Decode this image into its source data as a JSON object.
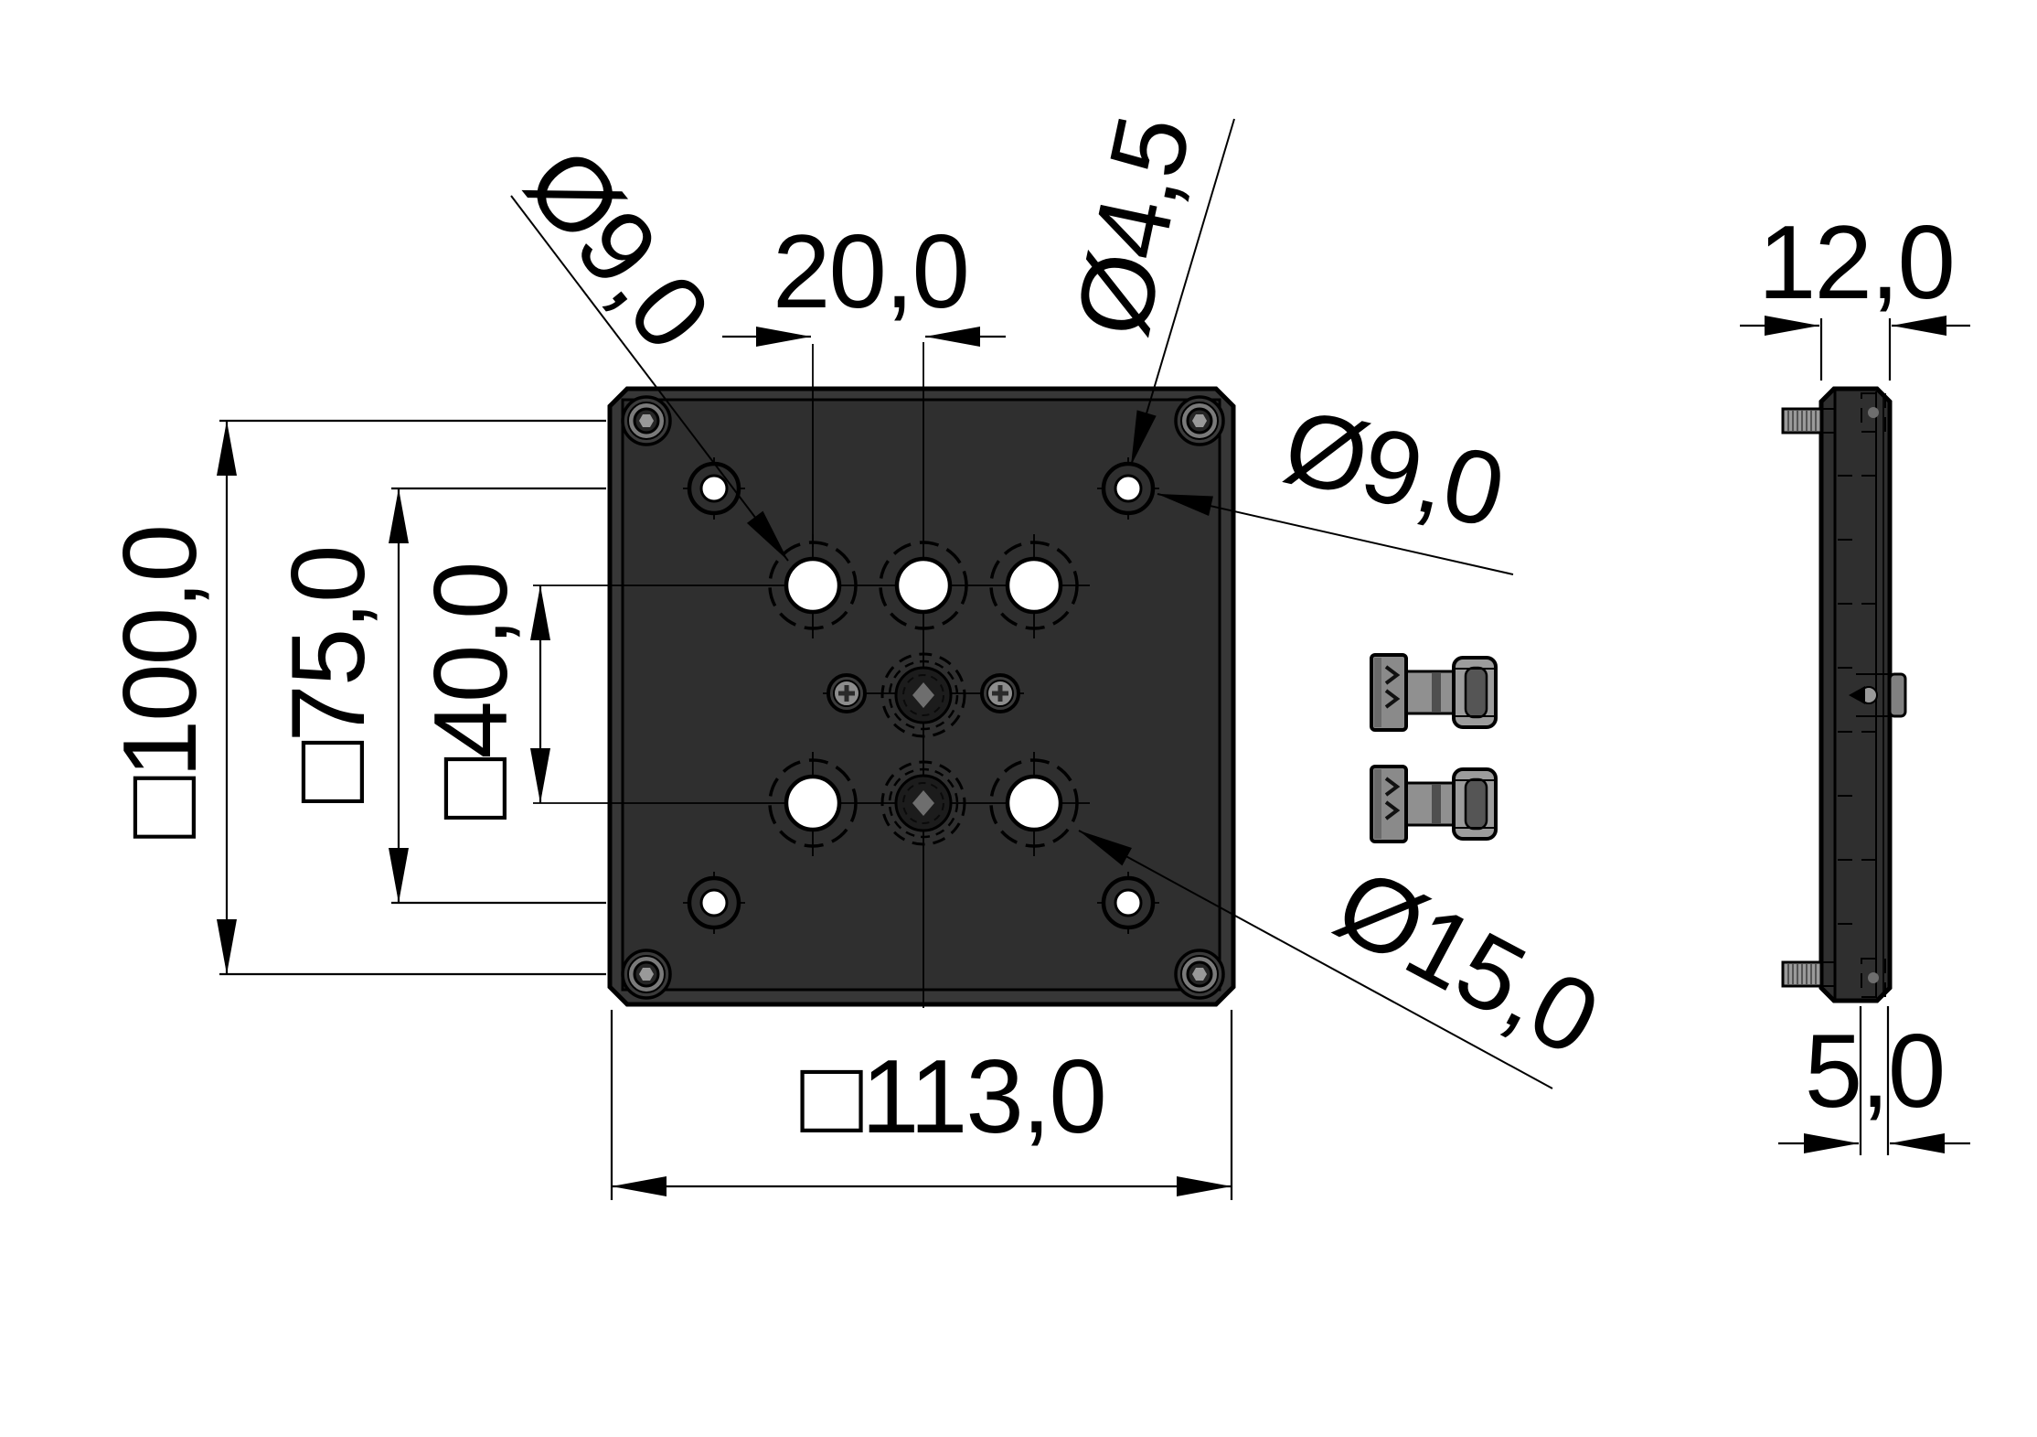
{
  "front_view": {
    "labels": {
      "counterbore_dia_left": "Ø9,0",
      "hole_spacing": "20,0",
      "through_hole_dia": "Ø4,5",
      "counterbore_dia_right": "Ø9,0",
      "outer_square_size": "□113,0",
      "vesa_100_pattern": "□100,0",
      "vesa_75_pattern": "□75,0",
      "hole_pattern_40": "□40,0",
      "large_counterbore_dia": "Ø15,0"
    }
  },
  "side_view": {
    "labels": {
      "total_depth": "12,0",
      "plate_thickness": "5,0"
    }
  },
  "colors": {
    "background": "#ffffff",
    "line": "#000000",
    "plate_fill": "#2f2f2f",
    "plate_edge_fill": "#373737",
    "hole_white": "#ffffff",
    "metal_light": "#9a9a9a",
    "metal_mid": "#7a7a7a",
    "metal_dark": "#555555"
  }
}
